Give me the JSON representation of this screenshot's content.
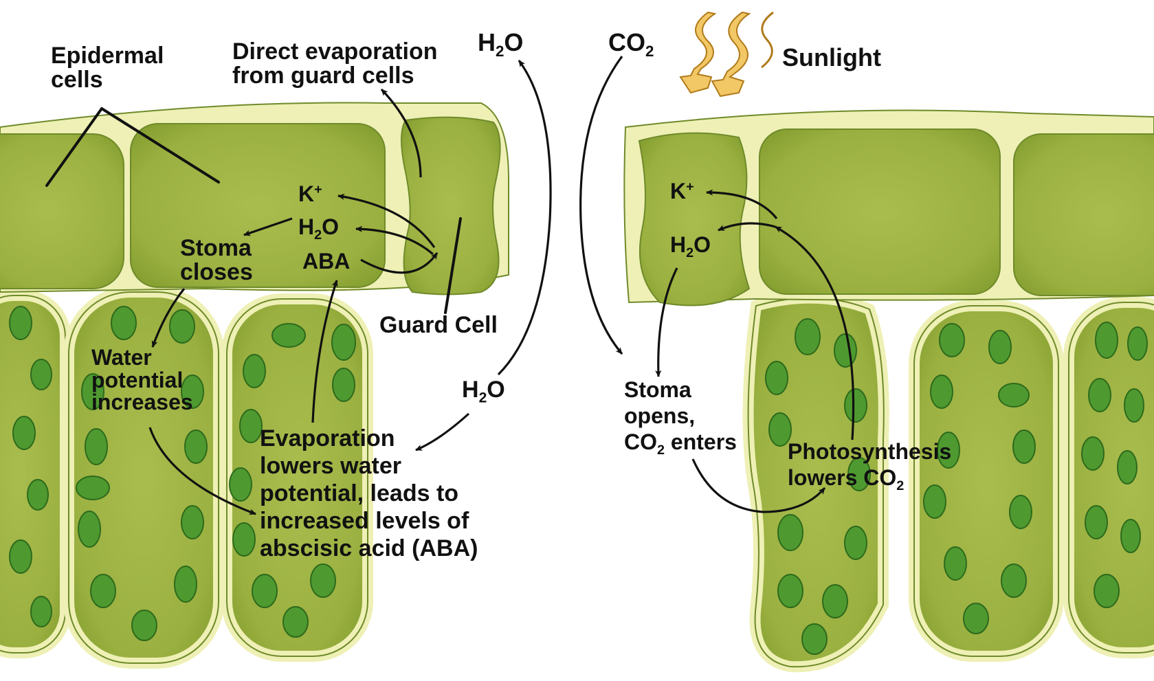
{
  "colors": {
    "cell_fill": "#9cb343",
    "cell_fill_dark": "#7e9a2a",
    "cell_wall": "#eef0b5",
    "cell_outline": "#6f8a2a",
    "chloroplast": "#4f9a30",
    "chloroplast_edge": "#2d6a1c",
    "sunlight_fill": "#f2c766",
    "arrow": "#111111"
  },
  "labels": {
    "epidermal_cells": [
      "Epidermal",
      "cells"
    ],
    "direct_evaporation": [
      "Direct evaporation",
      "from guard cells"
    ],
    "h2o_top": {
      "base": "H",
      "sub": "2",
      "tail": "O"
    },
    "co2_top": {
      "base": "CO",
      "sub": "2"
    },
    "sunlight": "Sunlight",
    "k_left": {
      "base": "K",
      "sup": "+"
    },
    "h2o_left": {
      "base": "H",
      "sub": "2",
      "tail": "O"
    },
    "aba": "ABA",
    "stoma_closes": [
      "Stoma",
      "closes"
    ],
    "guard_cell": "Guard Cell",
    "water_potential": [
      "Water",
      "potential",
      "increases"
    ],
    "h2o_mid": {
      "base": "H",
      "sub": "2",
      "tail": "O"
    },
    "evaporation": [
      "Evaporation",
      "lowers water",
      "potential, leads to",
      "increased levels of",
      "abscisic acid (ABA)"
    ],
    "k_right": {
      "base": "K",
      "sup": "+"
    },
    "h2o_right": {
      "base": "H",
      "sub": "2",
      "tail": "O"
    },
    "stoma_opens": {
      "line1": "Stoma",
      "line2": "opens,",
      "line3_base": "CO",
      "line3_sub": "2",
      "line3_tail": " enters"
    },
    "photosynthesis": {
      "line1": "Photosynthesis",
      "line2_base": "lowers CO",
      "line2_sub": "2"
    }
  }
}
